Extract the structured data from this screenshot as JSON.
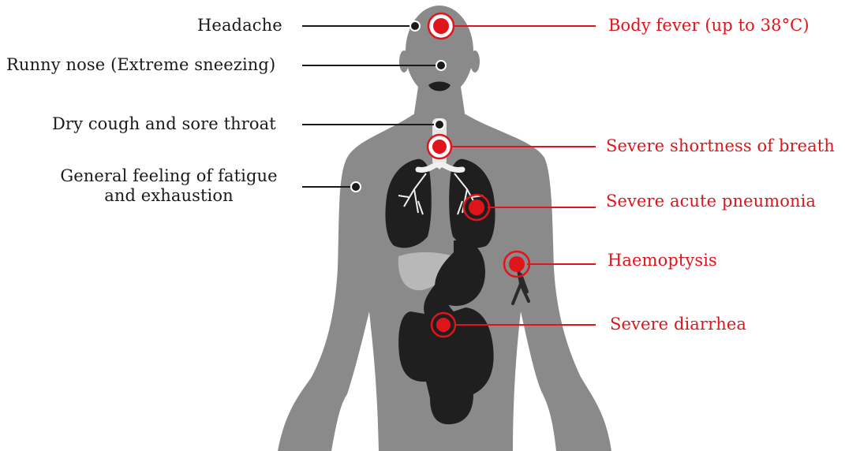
{
  "colors": {
    "body": "#8a8a8a",
    "organs": "#1f1f1f",
    "liver": "#b8b8b8",
    "mild": "#1a1a1a",
    "severe": "#e0141b"
  },
  "mild_symptoms": [
    {
      "id": "headache",
      "label": "Headache"
    },
    {
      "id": "runny-nose",
      "label": "Runny nose (Extreme sneezing)"
    },
    {
      "id": "dry-cough",
      "label": "Dry cough and sore throat"
    },
    {
      "id": "fatigue",
      "label_line1": "General feeling of fatigue",
      "label_line2": "and exhaustion"
    }
  ],
  "severe_symptoms": [
    {
      "id": "body-fever",
      "label": "Body fever (up to 38°C)"
    },
    {
      "id": "shortness-of-breath",
      "label": "Severe shortness of breath"
    },
    {
      "id": "pneumonia",
      "label": "Severe acute pneumonia"
    },
    {
      "id": "haemoptysis",
      "label": "Haemoptysis"
    },
    {
      "id": "diarrhea",
      "label": "Severe diarrhea"
    }
  ]
}
